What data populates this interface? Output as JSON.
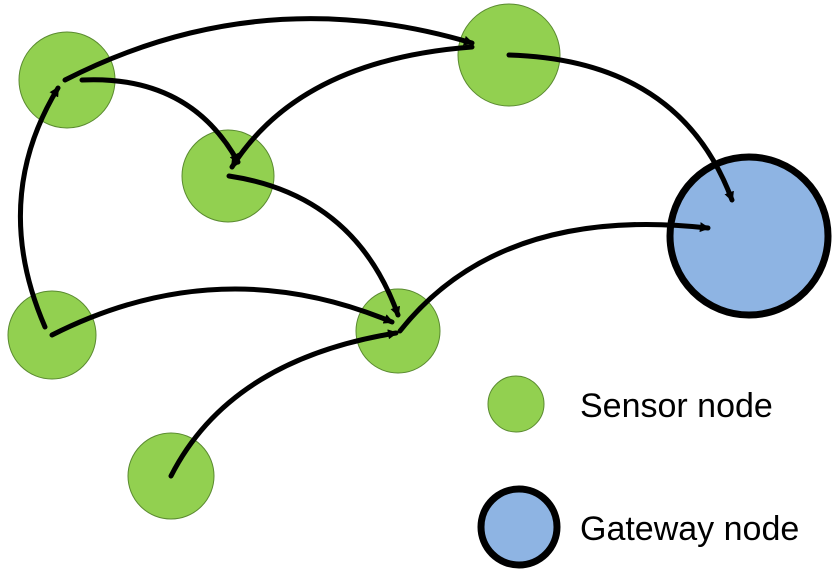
{
  "colors": {
    "sensor_fill": "#92d050",
    "sensor_stroke": "#5a8a30",
    "gateway_fill": "#8eb4e3",
    "gateway_stroke": "#000000",
    "edge": "#000000"
  },
  "nodes": [
    {
      "id": "s1",
      "type": "sensor"
    },
    {
      "id": "s2",
      "type": "sensor"
    },
    {
      "id": "s3",
      "type": "sensor"
    },
    {
      "id": "s4",
      "type": "sensor"
    },
    {
      "id": "s5",
      "type": "sensor"
    },
    {
      "id": "s6",
      "type": "sensor"
    },
    {
      "id": "gw",
      "type": "gateway"
    }
  ],
  "edges": [
    {
      "from": "s1",
      "to": "s3"
    },
    {
      "from": "s1",
      "to": "s2"
    },
    {
      "from": "s4",
      "to": "s1"
    },
    {
      "from": "s3",
      "to": "s2"
    },
    {
      "from": "s2",
      "to": "s5"
    },
    {
      "from": "s4",
      "to": "s5"
    },
    {
      "from": "s6",
      "to": "s5"
    },
    {
      "from": "s3",
      "to": "gw"
    },
    {
      "from": "s5",
      "to": "gw"
    }
  ],
  "legend": {
    "sensor_label": "Sensor node",
    "gateway_label": "Gateway node"
  }
}
